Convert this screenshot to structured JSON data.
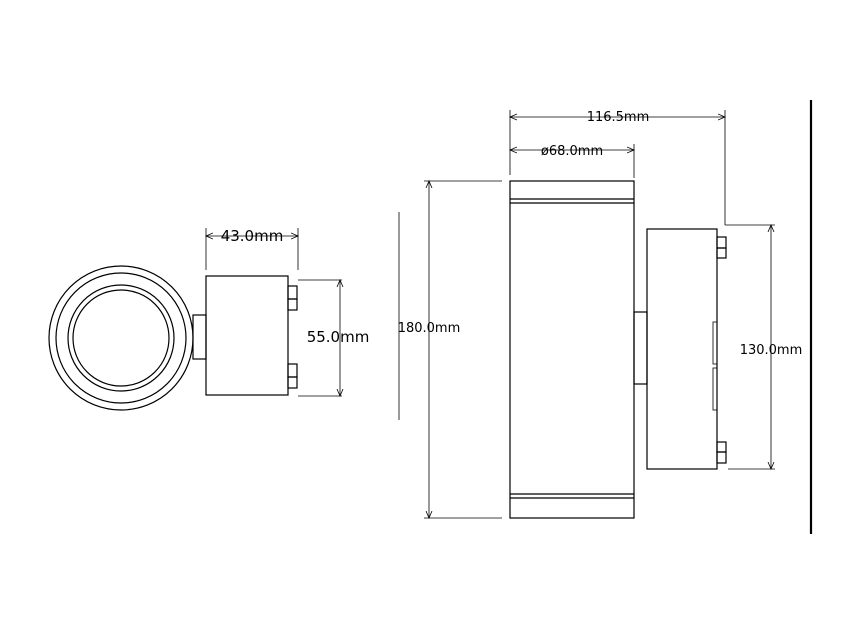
{
  "dimensions": {
    "width_side": "43.0mm",
    "height_side": "55.0mm",
    "overall_depth": "116.5mm",
    "diameter": "ø68.0mm",
    "overall_height": "180.0mm",
    "plate_height": "130.0mm"
  }
}
